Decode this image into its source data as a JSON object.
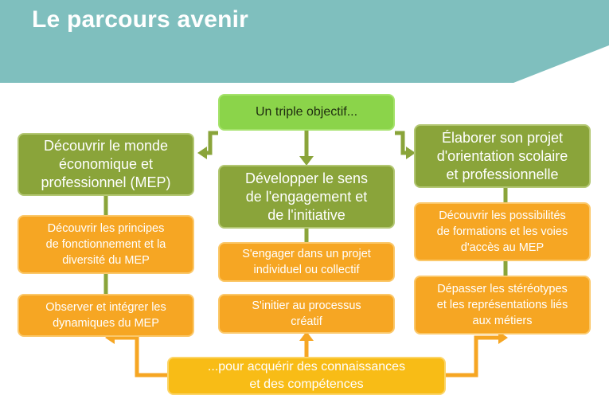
{
  "header": {
    "title": "Le parcours avenir",
    "banner_color": "#7fbfbe"
  },
  "diagram": {
    "top": {
      "label": "Un triple objectif..."
    },
    "columns": [
      {
        "heading": "Découvrir le monde\néconomique et\nprofessionnel (MEP)",
        "items": [
          "Découvrir les principes\nde fonctionnement et la\ndiversité du MEP",
          "Observer et intégrer les\ndynamiques du MEP"
        ]
      },
      {
        "heading": "Développer le sens\nde l'engagement et\nde l'initiative",
        "items": [
          "S'engager dans un projet\nindividuel ou collectif",
          "S'initier au processus\ncréatif"
        ]
      },
      {
        "heading": "Élaborer son projet\nd'orientation scolaire\net professionnelle",
        "items": [
          "Découvrir les possibilités\nde formations et les voies\nd'accès au MEP",
          "Dépasser les stéréotypes\net les représentations liés\naux métiers"
        ]
      }
    ],
    "bottom": {
      "label": "...pour acquérir des connaissances\net des compétences"
    }
  },
  "colors": {
    "top_box": "#8bd44a",
    "heading_box": "#8aa43a",
    "item_box": "#f6a623",
    "bottom_box": "#f8bc16",
    "connector_green": "#8aa43a",
    "connector_orange": "#f6a623"
  }
}
